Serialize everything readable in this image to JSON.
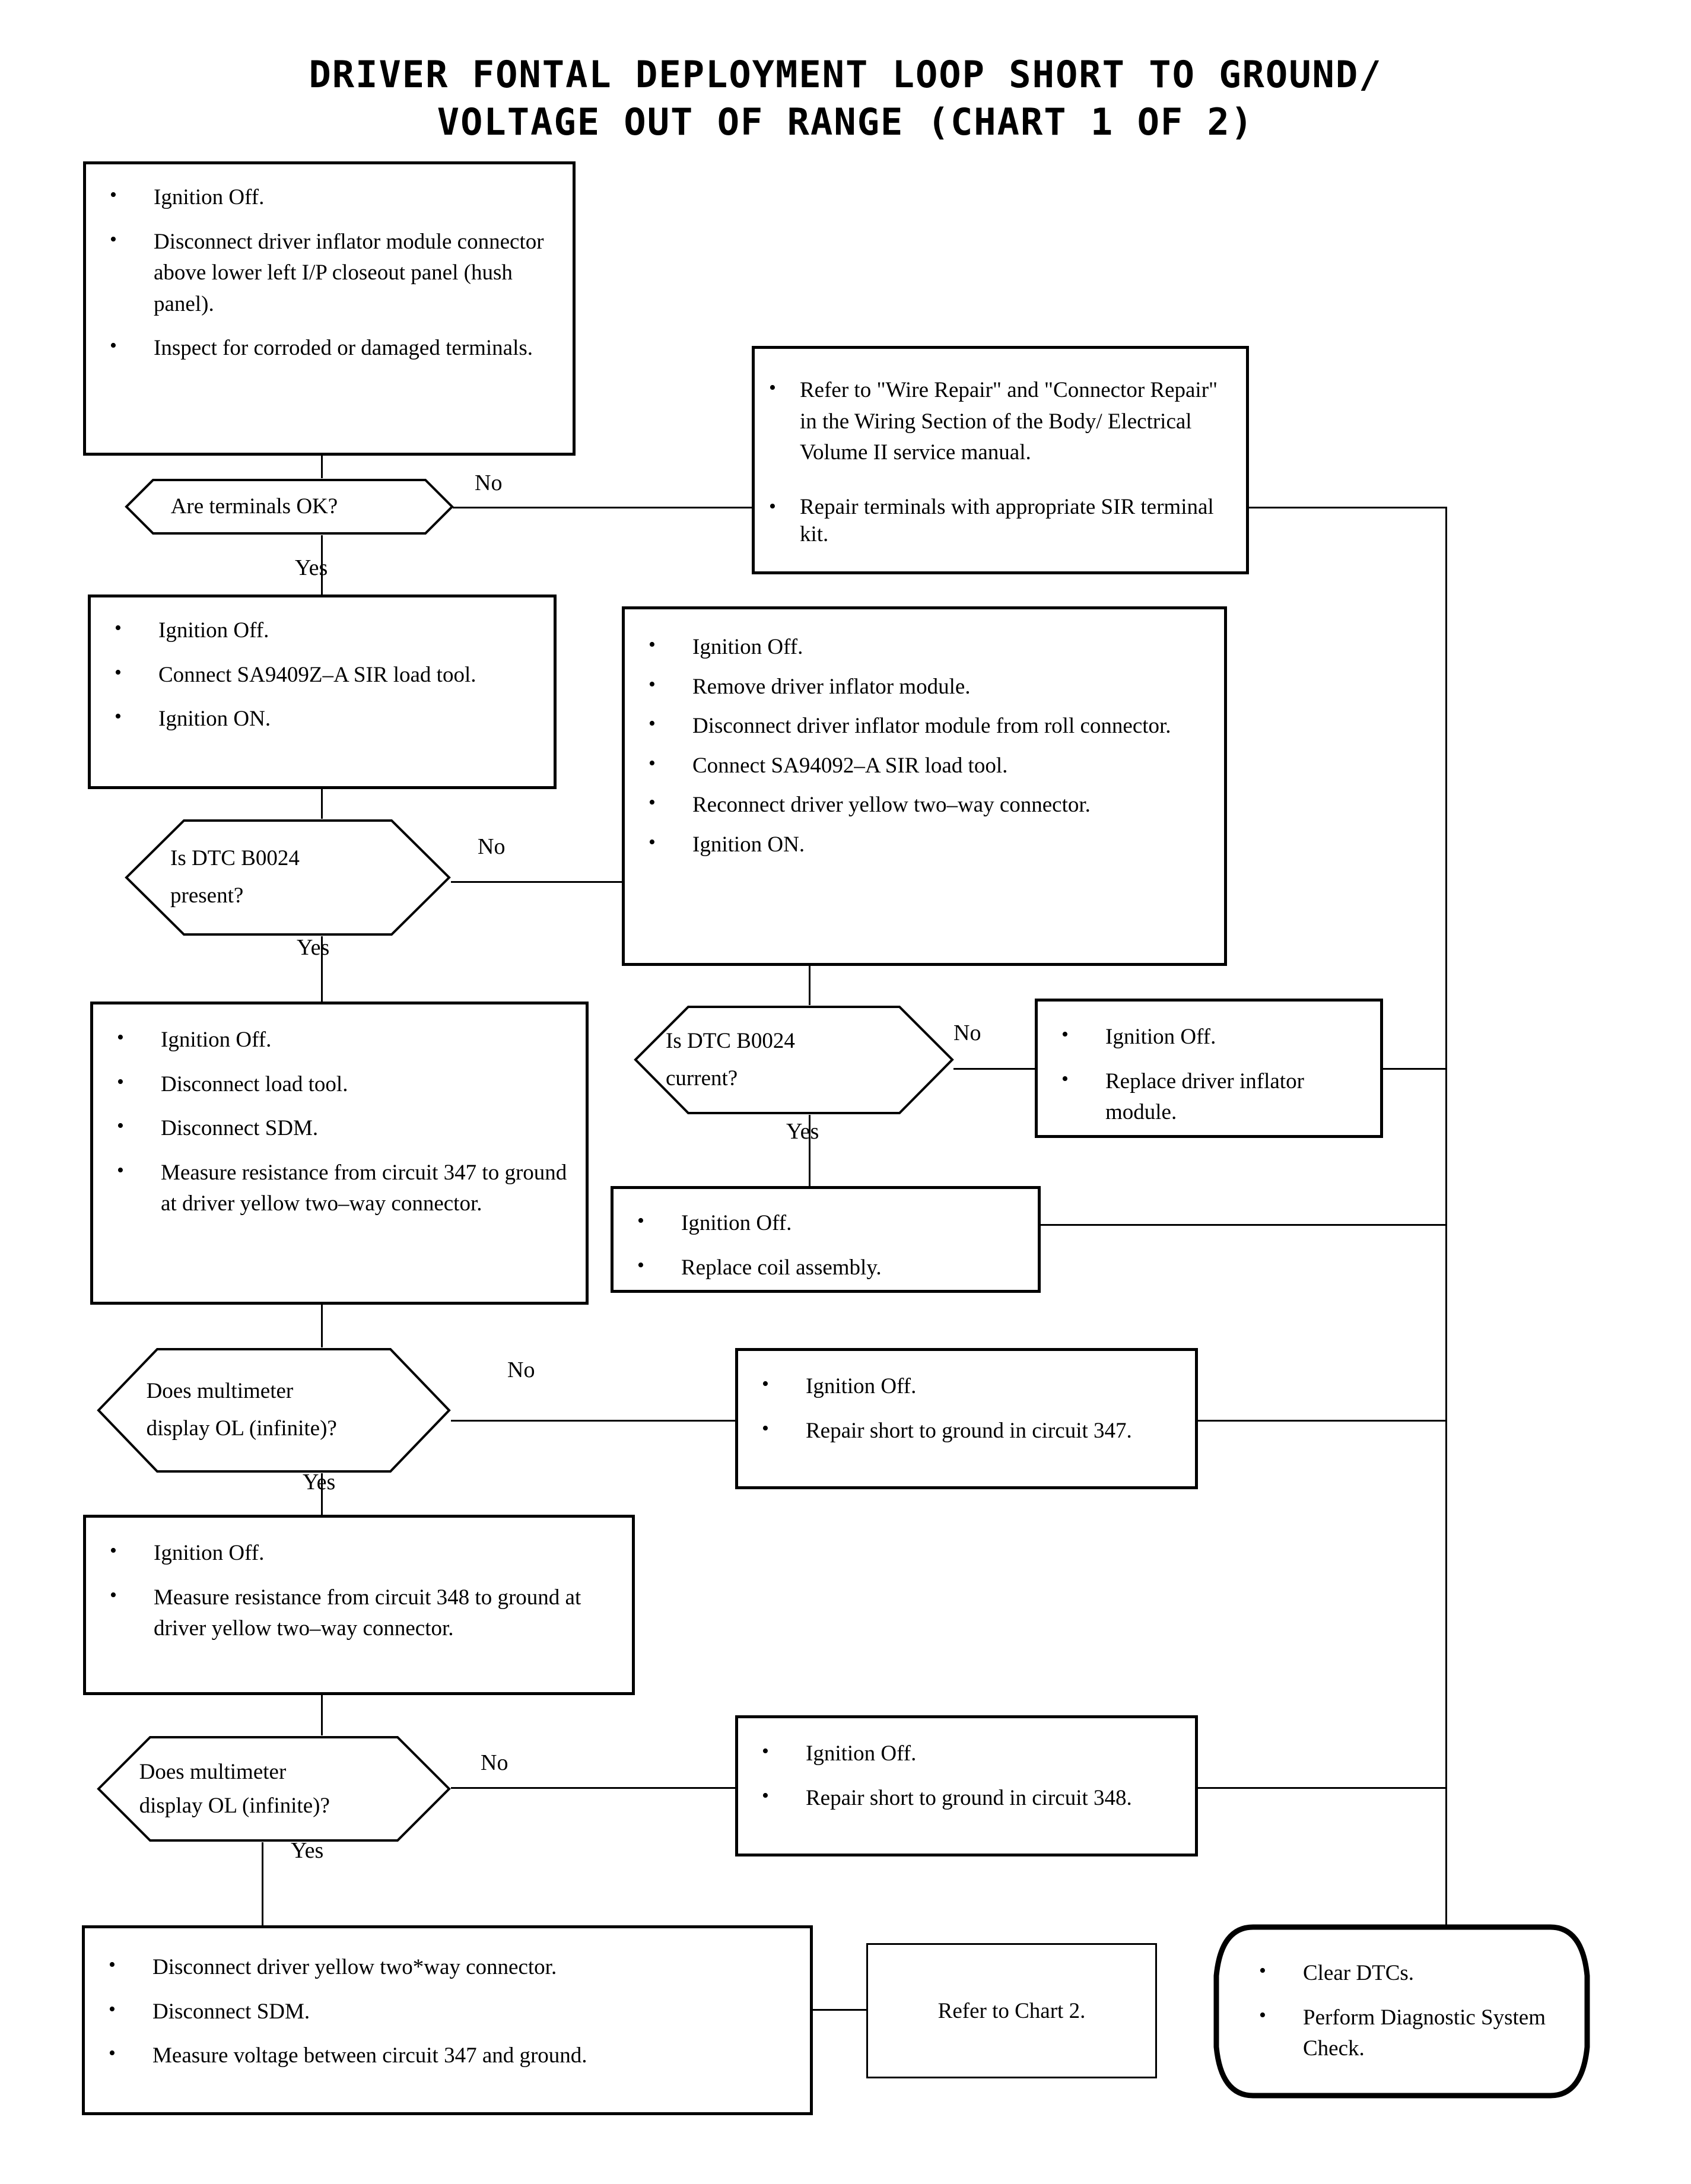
{
  "title": {
    "line1": "DRIVER FONTAL DEPLOYMENT LOOP SHORT TO GROUND/",
    "line2": "VOLTAGE OUT OF RANGE (CHART 1 OF 2)"
  },
  "labels": {
    "yes": "Yes",
    "no": "No"
  },
  "nodes": {
    "step1": {
      "type": "process",
      "items": [
        "Ignition Off.",
        "Disconnect driver inflator module connector above lower left I/P closeout panel (hush panel).",
        "Inspect for corroded or damaged terminals."
      ]
    },
    "decision1": {
      "type": "decision",
      "text": "Are terminals OK?"
    },
    "repair_terminals": {
      "type": "process",
      "items": [
        "Refer to \"Wire Repair\" and \"Connector Repair\" in the Wiring Section of the Body/ Electrical Volume II service manual.",
        "Repair terminals with appropriate SIR terminal kit."
      ]
    },
    "step2": {
      "type": "process",
      "items": [
        "Ignition Off.",
        "Connect SA9409Z–A SIR load tool.",
        "Ignition ON."
      ]
    },
    "decision2": {
      "type": "decision",
      "line1": "Is DTC B0024",
      "line2": "present?"
    },
    "step3": {
      "type": "process",
      "items": [
        "Ignition Off.",
        "Remove driver inflator module.",
        "Disconnect driver inflator module from roll connector.",
        "Connect SA94092–A SIR load tool.",
        "Reconnect driver yellow two–way connector.",
        "Ignition ON."
      ]
    },
    "decision3": {
      "type": "decision",
      "line1": "Is DTC B0024",
      "line2": "current?"
    },
    "replace_inflator": {
      "type": "process",
      "items": [
        "Ignition Off.",
        "Replace driver inflator module."
      ]
    },
    "replace_coil": {
      "type": "process",
      "items": [
        "Ignition Off.",
        "Replace coil assembly."
      ]
    },
    "step4": {
      "type": "process",
      "items": [
        "Ignition Off.",
        "Disconnect load tool.",
        "Disconnect SDM.",
        "Measure resistance from circuit 347 to ground at driver yellow two–way connector."
      ]
    },
    "decision4": {
      "type": "decision",
      "line1": "Does multimeter",
      "line2": "display OL (infinite)?"
    },
    "repair347": {
      "type": "process",
      "items": [
        "Ignition Off.",
        "Repair short to ground in circuit 347."
      ]
    },
    "step5": {
      "type": "process",
      "items": [
        "Ignition Off.",
        "Measure resistance from circuit 348 to ground at driver yellow two–way connector."
      ]
    },
    "decision5": {
      "type": "decision",
      "line1": "Does multimeter",
      "line2": "display OL (infinite)?"
    },
    "repair348": {
      "type": "process",
      "items": [
        "Ignition Off.",
        "Repair short to ground in circuit 348."
      ]
    },
    "step6": {
      "type": "process",
      "items": [
        "Disconnect driver yellow two*way connector.",
        "Disconnect SDM.",
        "Measure voltage between circuit 347 and ground."
      ]
    },
    "chart2": {
      "type": "offpage",
      "text": "Refer to Chart 2."
    },
    "terminal": {
      "type": "terminal",
      "items": [
        "Clear DTCs.",
        "Perform Diagnostic System Check."
      ]
    }
  },
  "colors": {
    "line": "#000000",
    "background": "#ffffff",
    "text": "#000000"
  }
}
